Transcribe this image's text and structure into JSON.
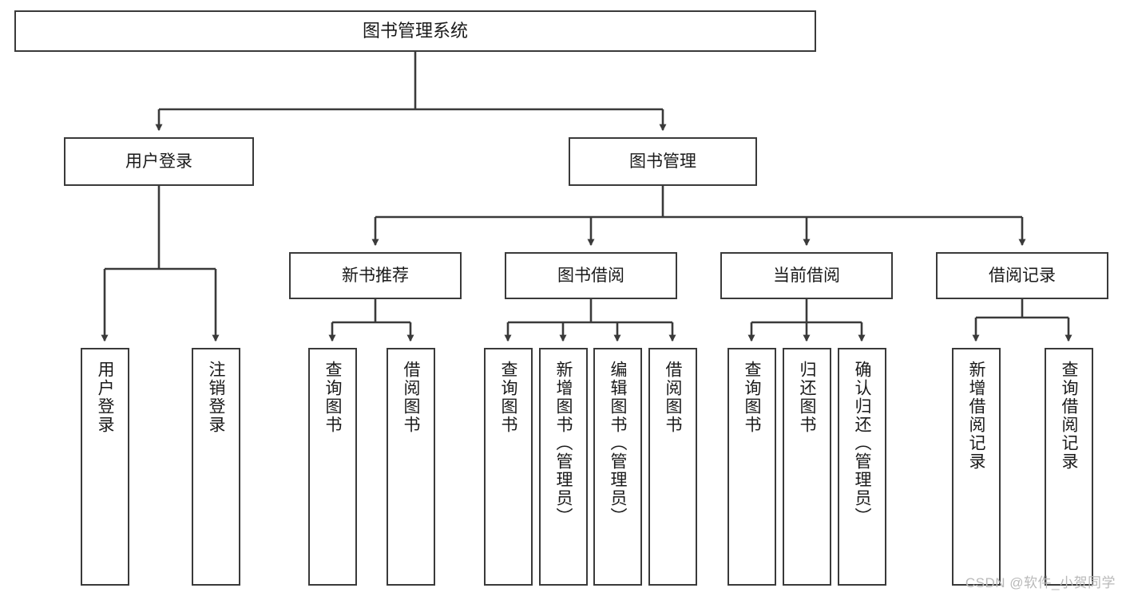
{
  "diagram": {
    "title": "图书管理系统",
    "watermark": "CSDN @软件_小贺同学",
    "stroke_color": "#3a3a3a",
    "background_color": "#ffffff",
    "text_color": "#1a1a1a",
    "watermark_color": "#b9b9b9",
    "root": {
      "label": "图书管理系统"
    },
    "level1": [
      {
        "label": "用户登录"
      },
      {
        "label": "图书管理"
      }
    ],
    "level2": [
      {
        "label": "新书推荐"
      },
      {
        "label": "图书借阅"
      },
      {
        "label": "当前借阅"
      },
      {
        "label": "借阅记录"
      }
    ],
    "leaves": {
      "user_login": [
        {
          "label": "用户登录"
        },
        {
          "label": "注销登录"
        }
      ],
      "new_book_recommend": [
        {
          "label": "查询图书"
        },
        {
          "label": "借阅图书"
        }
      ],
      "book_borrow": [
        {
          "label": "查询图书"
        },
        {
          "label": "新增图书（管理员）"
        },
        {
          "label": "编辑图书（管理员）"
        },
        {
          "label": "借阅图书"
        }
      ],
      "current_borrow": [
        {
          "label": "查询图书"
        },
        {
          "label": "归还图书"
        },
        {
          "label": "确认归还（管理员）"
        }
      ],
      "borrow_record": [
        {
          "label": "新增借阅记录"
        },
        {
          "label": "查询借阅记录"
        }
      ]
    }
  }
}
